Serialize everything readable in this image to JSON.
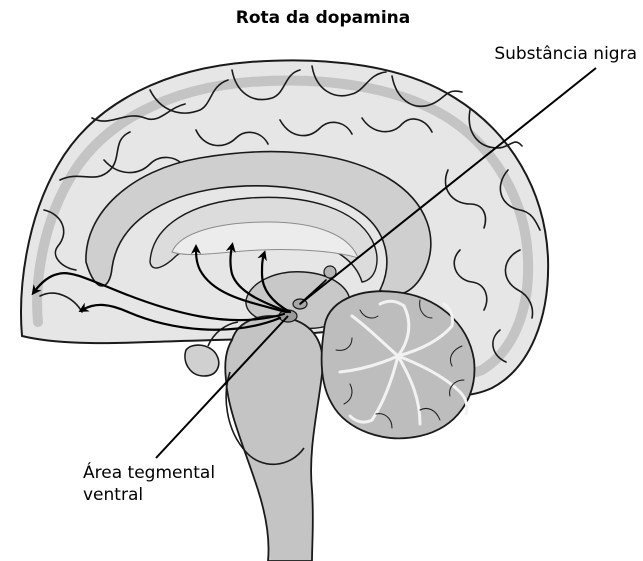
{
  "title": "Rota da dopamina",
  "labels": {
    "substantia_nigra": "Substância nigra",
    "vta_line1": "Área tegmental",
    "vta_line2": "ventral"
  },
  "colors": {
    "outline": "#1a1a1a",
    "cortex_fill": "#e6e6e6",
    "gyri_fill": "#f4f4f4",
    "sulci": "#8c8c8c",
    "midbrain_fill": "#c8c8c8",
    "cerebellum_fill": "#bdbdbd",
    "ventricle_fill": "#d4d4d4",
    "pathway": "#000000"
  }
}
